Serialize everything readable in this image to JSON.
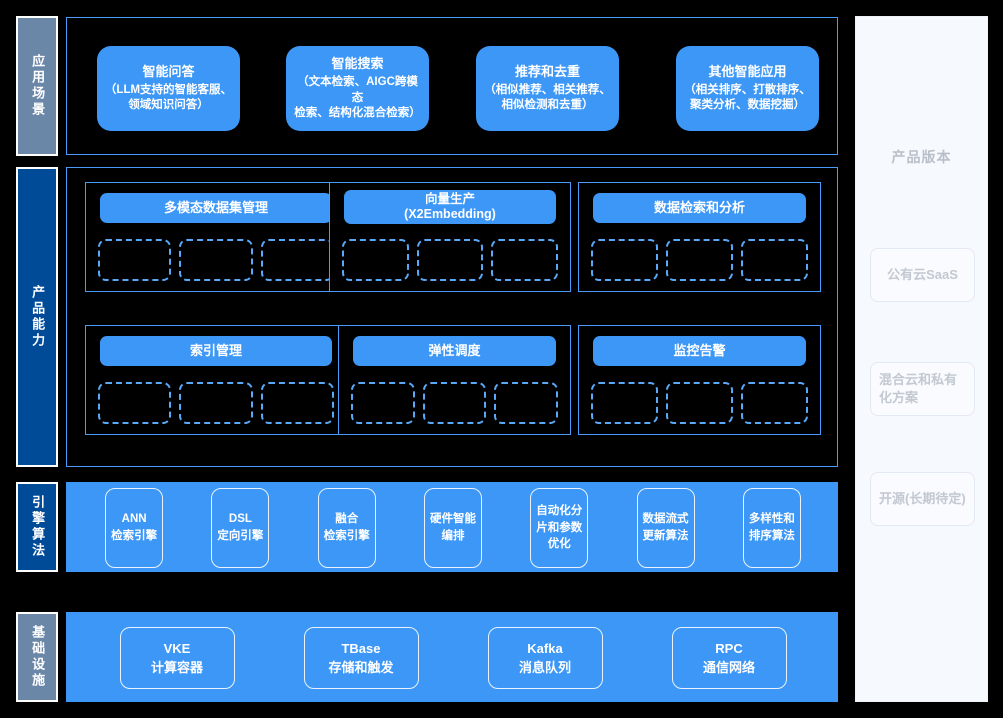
{
  "colors": {
    "background": "#000000",
    "accent_blue": "#3d97f7",
    "frame_blue": "#4a9bf5",
    "label_gray_blue": "#6b87a8",
    "label_deep_blue": "#004b98",
    "panel_bg": "#f6f9fd",
    "panel_text": "#c3c8d1"
  },
  "layers": {
    "application": {
      "label": "应用场景",
      "cards": [
        {
          "title": "智能问答",
          "subtitle": "（LLM支持的智能客服、\n领域知识问答）"
        },
        {
          "title": "智能搜索",
          "subtitle": "（文本检索、AIGC跨模态\n检索、结构化混合检索）"
        },
        {
          "title": "推荐和去重",
          "subtitle": "（相似推荐、相关推荐、\n相似检测和去重）"
        },
        {
          "title": "其他智能应用",
          "subtitle": "（相关排序、打散排序、\n聚类分析、数据挖掘）"
        }
      ]
    },
    "capability": {
      "label": "产品能力",
      "groups": [
        {
          "header": "多模态数据集管理",
          "slots": 3
        },
        {
          "header": "向量生产\n(X2Embedding)",
          "slots": 3
        },
        {
          "header": "数据检索和分析",
          "slots": 3
        },
        {
          "header": "索引管理",
          "slots": 3
        },
        {
          "header": "弹性调度",
          "slots": 3
        },
        {
          "header": "监控告警",
          "slots": 3
        }
      ]
    },
    "engine": {
      "label": "引擎算法",
      "items": [
        "ANN\n检索引擎",
        "DSL\n定向引擎",
        "融合\n检索引擎",
        "硬件智能\n编排",
        "自动化分\n片和参数\n优化",
        "数据流式\n更新算法",
        "多样性和\n排序算法"
      ]
    },
    "infrastructure": {
      "label": "基础设施",
      "items": [
        "VKE\n计算容器",
        "TBase\n存储和触发",
        "Kafka\n消息队列",
        "RPC\n通信网络"
      ]
    }
  },
  "version_panel": {
    "title": "产品版本",
    "items": [
      {
        "label": "公有云SaaS",
        "centered": true
      },
      {
        "label": "混合云和私有化方案",
        "centered": false
      },
      {
        "label": "开源(长期待定)",
        "centered": false
      }
    ]
  }
}
